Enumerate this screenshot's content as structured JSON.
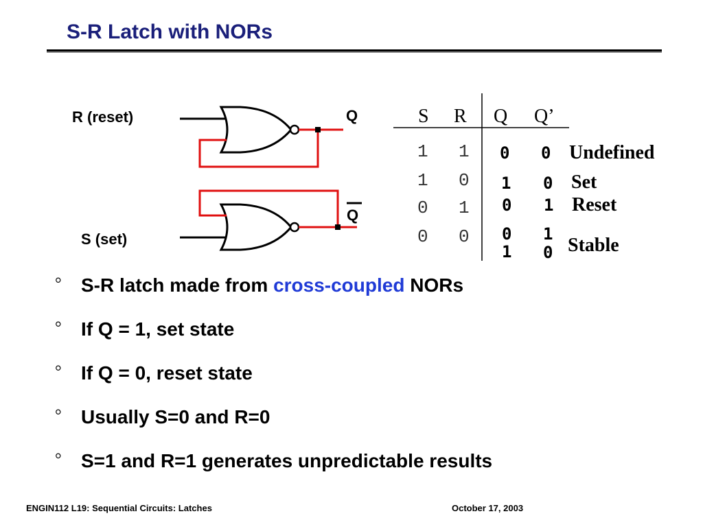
{
  "slide": {
    "title": "S-R Latch with NORs"
  },
  "circuit": {
    "input_r_label": "R (reset)",
    "input_s_label": "S (set)",
    "output_q_label": "Q",
    "output_qbar_label": "Q",
    "wire_color": "#e01010"
  },
  "truth_table": {
    "headers": [
      "S",
      "R",
      "Q",
      "Q’"
    ],
    "rows": [
      {
        "s": "1",
        "r": "1",
        "q": "0",
        "qp": "0",
        "note": "Undefined"
      },
      {
        "s": "1",
        "r": "0",
        "q": "1",
        "qp": "0",
        "note": "Set"
      },
      {
        "s": "0",
        "r": "1",
        "q": "0",
        "qp": "1",
        "note": "Reset"
      },
      {
        "s": "0",
        "r": "0",
        "q": "0",
        "qp": "1",
        "q_alt": "1",
        "qp_alt": "0",
        "note": "Stable"
      }
    ]
  },
  "bullets": {
    "b1_before": "S-R latch made from ",
    "b1_accent": "cross-coupled",
    "b1_after": " NORs",
    "b2": "If Q = 1, set state",
    "b3": "If Q = 0, reset state",
    "b4": "Usually S=0 and R=0",
    "b5": "S=1 and R=1 generates unpredictable results",
    "marker": "°",
    "accent_color": "#1f3ad6"
  },
  "footer": {
    "left": "ENGIN112  L19: Sequential Circuits: Latches",
    "right": "October 17, 2003"
  }
}
